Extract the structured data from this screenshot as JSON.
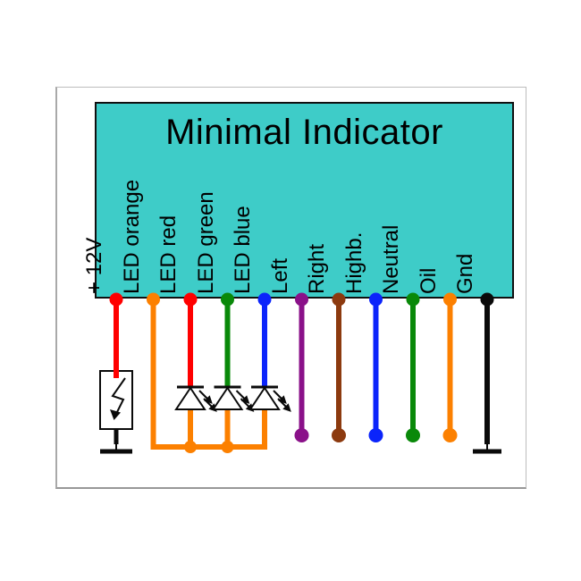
{
  "diagram": {
    "title": "Minimal Indicator",
    "box_color": "#3ECCC8",
    "rail_color": "#FC8000",
    "black": "#0A0A0A",
    "pins": [
      {
        "label": "+ 12V",
        "color": "#FF0000",
        "termination": "lamp-ground"
      },
      {
        "label": "LED orange",
        "color": "#FC8000",
        "termination": "rail"
      },
      {
        "label": "LED red",
        "color": "#FF0000",
        "termination": "led"
      },
      {
        "label": "LED green",
        "color": "#098909",
        "termination": "led"
      },
      {
        "label": "LED blue",
        "color": "#0B24FB",
        "termination": "led-rail-corner"
      },
      {
        "label": "Left",
        "color": "#8A1189",
        "termination": "dot"
      },
      {
        "label": "Right",
        "color": "#8C3A0F",
        "termination": "dot"
      },
      {
        "label": "Highb.",
        "color": "#0B24FB",
        "termination": "dot"
      },
      {
        "label": "Neutral",
        "color": "#098909",
        "termination": "dot"
      },
      {
        "label": "Oil",
        "color": "#FC8000",
        "termination": "dot"
      },
      {
        "label": "Gnd",
        "color": "#0A0A0A",
        "termination": "ground"
      }
    ]
  }
}
